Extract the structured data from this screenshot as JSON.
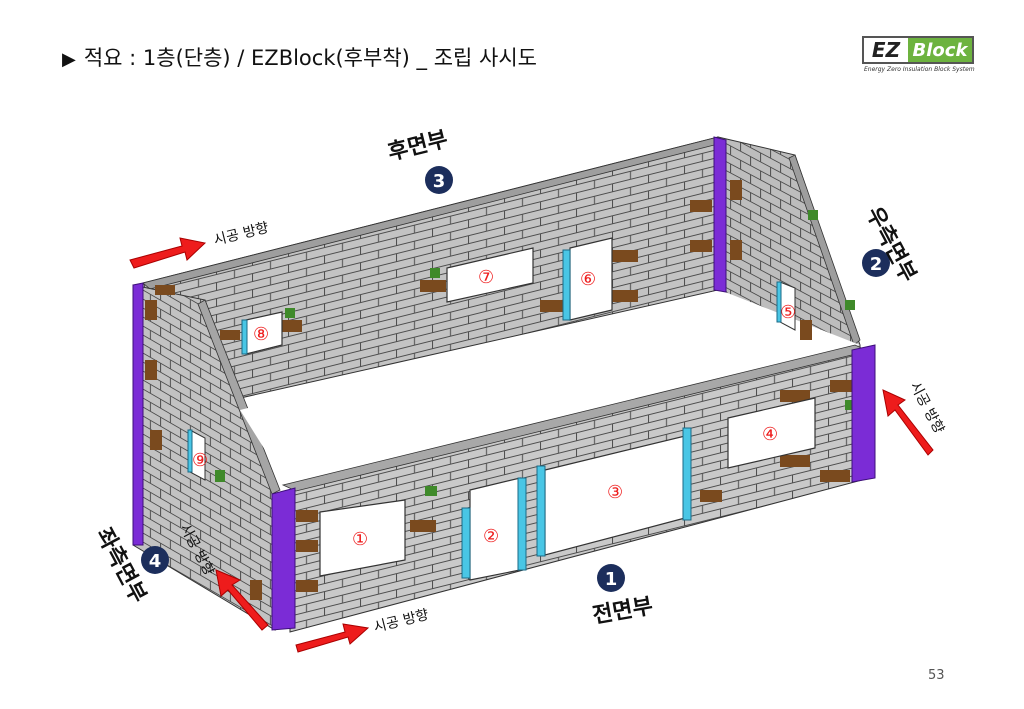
{
  "header": {
    "title": "적요 : 1층(단층) / EZBlock(후부착) _ 조립 사시도",
    "bullet": "▶"
  },
  "logo": {
    "ez": "EZ",
    "block": "Block",
    "tagline": "Energy Zero Insulation Block System"
  },
  "walls": {
    "front": {
      "name": "전면부",
      "number": "1"
    },
    "right": {
      "name": "우측면부",
      "number": "2"
    },
    "rear": {
      "name": "후면부",
      "number": "3"
    },
    "left": {
      "name": "좌측면부",
      "number": "4"
    }
  },
  "direction_label": "시공 방향",
  "openings": [
    "①",
    "②",
    "③",
    "④",
    "⑤",
    "⑥",
    "⑦",
    "⑧",
    "⑨"
  ],
  "page_number": "53",
  "colors": {
    "block_gray": "#c8c8c8",
    "brick_line": "#555555",
    "brown": "#7a4a1e",
    "green": "#3f8a2a",
    "purple": "#7b2cd6",
    "cyan": "#49c6e5",
    "arrow_red": "#ee1c1c",
    "badge_navy": "#1c2e5c",
    "opening_label_red": "#ee1c1c"
  }
}
